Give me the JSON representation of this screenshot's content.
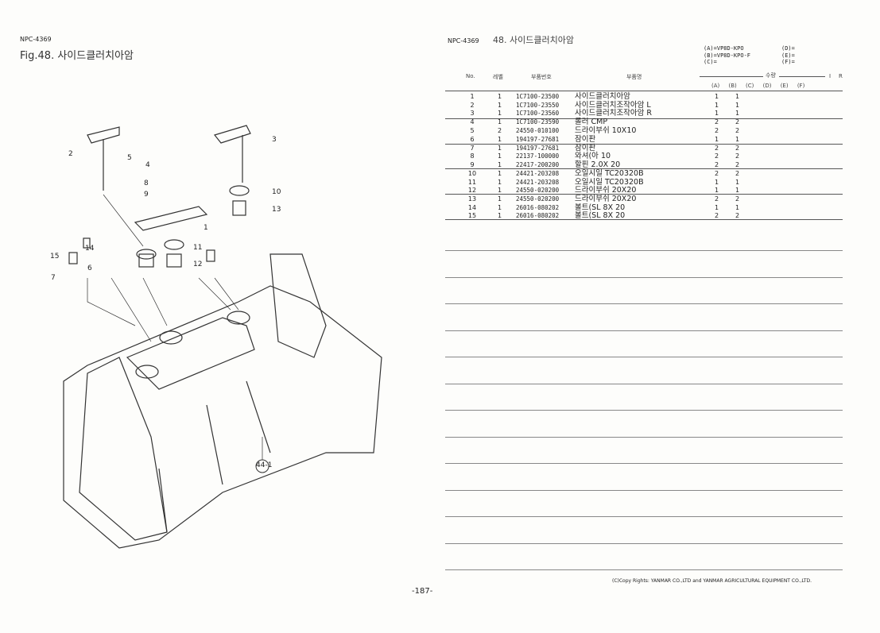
{
  "left": {
    "code": "NPC-4369",
    "fig_title": "Fig.48.  사이드클러치아암",
    "callout": "44-1",
    "labels": [
      "1",
      "2",
      "3",
      "4",
      "5",
      "6",
      "7",
      "8",
      "9",
      "10",
      "11",
      "12",
      "13",
      "14",
      "15"
    ]
  },
  "right": {
    "code": "NPC-4369",
    "title": "48.  사이드클러치아암",
    "models": {
      "A": "(A)=VP8D-KPO",
      "B": "(B)=VP8D-KPO-F",
      "C": "(C)=",
      "D": "(D)=",
      "E": "(E)=",
      "F": "(F)="
    },
    "headers": {
      "no": "No.",
      "level": "레벨",
      "part_no": "부품번호",
      "name": "부품명",
      "qty": "수량",
      "i": "I",
      "r": "R",
      "cols": [
        "(A)",
        "(B)",
        "(C)",
        "(D)",
        "(E)",
        "(F)"
      ]
    },
    "rows": [
      {
        "no": "1",
        "lv": "1",
        "pn": "1C7100-23500",
        "nm": "사이드클러치아암",
        "a": "1",
        "b": "1"
      },
      {
        "no": "2",
        "lv": "1",
        "pn": "1C7100-23550",
        "nm": "사이드클러치조작아암 L",
        "a": "1",
        "b": "1"
      },
      {
        "no": "3",
        "lv": "1",
        "pn": "1C7100-23560",
        "nm": "사이드클러치조작아암 R",
        "a": "1",
        "b": "1"
      },
      {
        "no": "4",
        "lv": "1",
        "pn": "1C7100-23590",
        "nm": "롤러 CMP",
        "a": "2",
        "b": "2"
      },
      {
        "no": "5",
        "lv": "2",
        "pn": "24550-010100",
        "nm": "드라이부쉬 10X10",
        "a": "2",
        "b": "2"
      },
      {
        "no": "6",
        "lv": "1",
        "pn": "194197-27681",
        "nm": "잠이판",
        "a": "1",
        "b": "1"
      },
      {
        "no": "7",
        "lv": "1",
        "pn": "194197-27681",
        "nm": "잠이판",
        "a": "2",
        "b": "2"
      },
      {
        "no": "8",
        "lv": "1",
        "pn": "22137-100000",
        "nm": "와셔(아 10",
        "a": "2",
        "b": "2"
      },
      {
        "no": "9",
        "lv": "1",
        "pn": "22417-200200",
        "nm": "할핀 2.0X 20",
        "a": "2",
        "b": "2"
      },
      {
        "no": "10",
        "lv": "1",
        "pn": "24421-203208",
        "nm": "오일시일 TC20320B",
        "a": "2",
        "b": "2"
      },
      {
        "no": "11",
        "lv": "1",
        "pn": "24421-203208",
        "nm": "오일시일 TC20320B",
        "a": "1",
        "b": "1"
      },
      {
        "no": "12",
        "lv": "1",
        "pn": "24550-020200",
        "nm": "드라이부쉬 20X20",
        "a": "1",
        "b": "1"
      },
      {
        "no": "13",
        "lv": "1",
        "pn": "24550-020200",
        "nm": "드라이부쉬 20X20",
        "a": "2",
        "b": "2"
      },
      {
        "no": "14",
        "lv": "1",
        "pn": "26016-080202",
        "nm": "볼트(SL  8X 20",
        "a": "1",
        "b": "1"
      },
      {
        "no": "15",
        "lv": "1",
        "pn": "26016-080202",
        "nm": "볼트(SL  8X 20",
        "a": "2",
        "b": "2"
      }
    ]
  },
  "footer": {
    "copyright": "(C)Copy Rights: YANMAR CO.,LTD and YANMAR AGRICULTURAL EQUIPMENT CO.,LTD.",
    "page": "-187-"
  }
}
